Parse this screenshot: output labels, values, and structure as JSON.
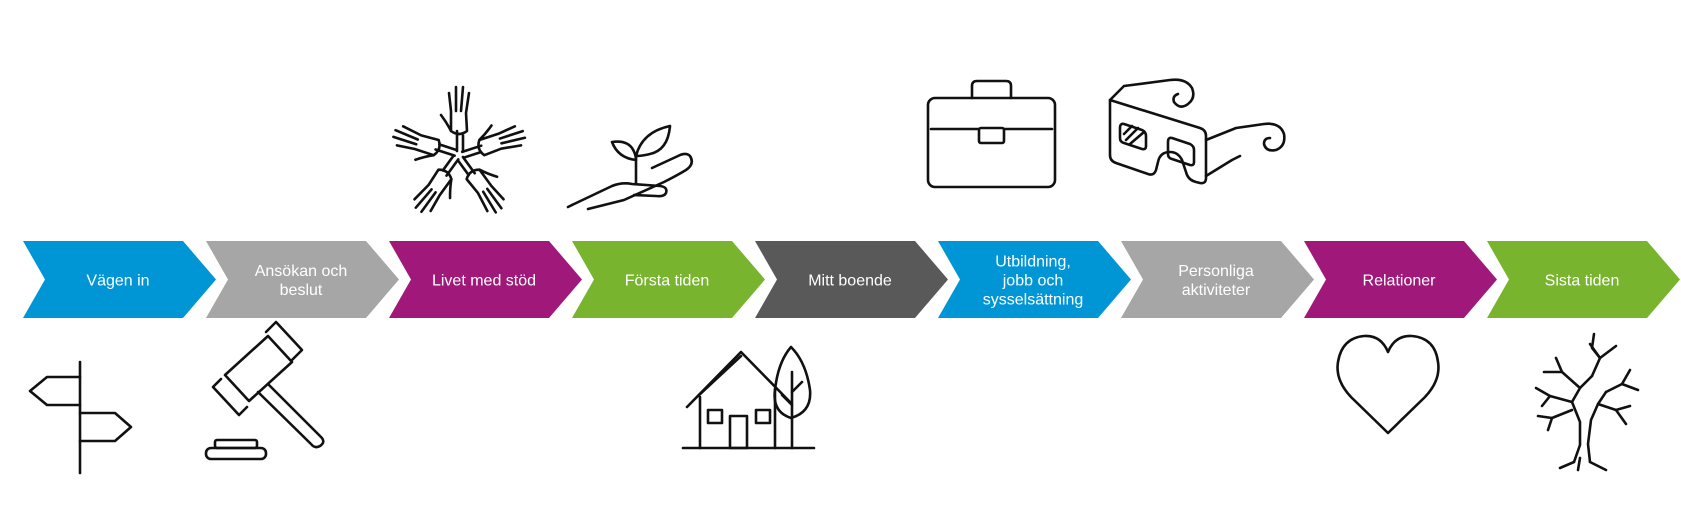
{
  "steps": [
    {
      "lines": [
        "Vägen in"
      ],
      "color": "#0096d6"
    },
    {
      "lines": [
        "Ansökan och",
        "beslut"
      ],
      "color": "#a6a6a6"
    },
    {
      "lines": [
        "Livet med stöd"
      ],
      "color": "#a0197a"
    },
    {
      "lines": [
        "Första tiden"
      ],
      "color": "#78b42d"
    },
    {
      "lines": [
        "Mitt boende"
      ],
      "color": "#595959"
    },
    {
      "lines": [
        "Utbildning,",
        "jobb och",
        "sysselsättning"
      ],
      "color": "#0096d6"
    },
    {
      "lines": [
        "Personliga",
        "aktiviteter"
      ],
      "color": "#a6a6a6"
    },
    {
      "lines": [
        "Relationer"
      ],
      "color": "#a0197a"
    },
    {
      "lines": [
        "Sista tiden"
      ],
      "color": "#78b42d"
    }
  ],
  "icons": {
    "top": [
      "hands-circle-icon",
      "plant-in-hand-icon",
      "briefcase-icon",
      "3d-glasses-icon"
    ],
    "bottom": [
      "signpost-icon",
      "gavel-icon",
      "house-with-tree-icon",
      "heart-icon",
      "bare-tree-icon"
    ]
  }
}
